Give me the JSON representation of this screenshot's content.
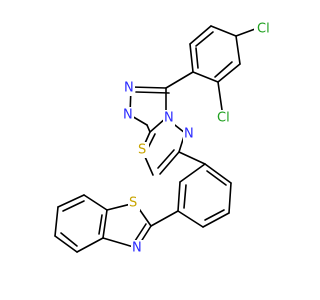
{
  "atoms": {
    "cl_top": {
      "text": "Cl",
      "color": "#1FA01F"
    },
    "cl_ortho": {
      "text": "Cl",
      "color": "#1FA01F"
    },
    "n_ring1": {
      "text": "N",
      "color": "#2B2BFF"
    },
    "n_ring2": {
      "text": "N",
      "color": "#2B2BFF"
    },
    "n_ring3": {
      "text": "N",
      "color": "#2B2BFF"
    },
    "n_thiadiazole": {
      "text": "N",
      "color": "#2B2BFF"
    },
    "s_thiadiazole": {
      "text": "S",
      "color": "#C8A400"
    },
    "s_benzothiazole": {
      "text": "S",
      "color": "#C8A400"
    },
    "n_benzothiazole": {
      "text": "N",
      "color": "#2B2BFF"
    }
  }
}
